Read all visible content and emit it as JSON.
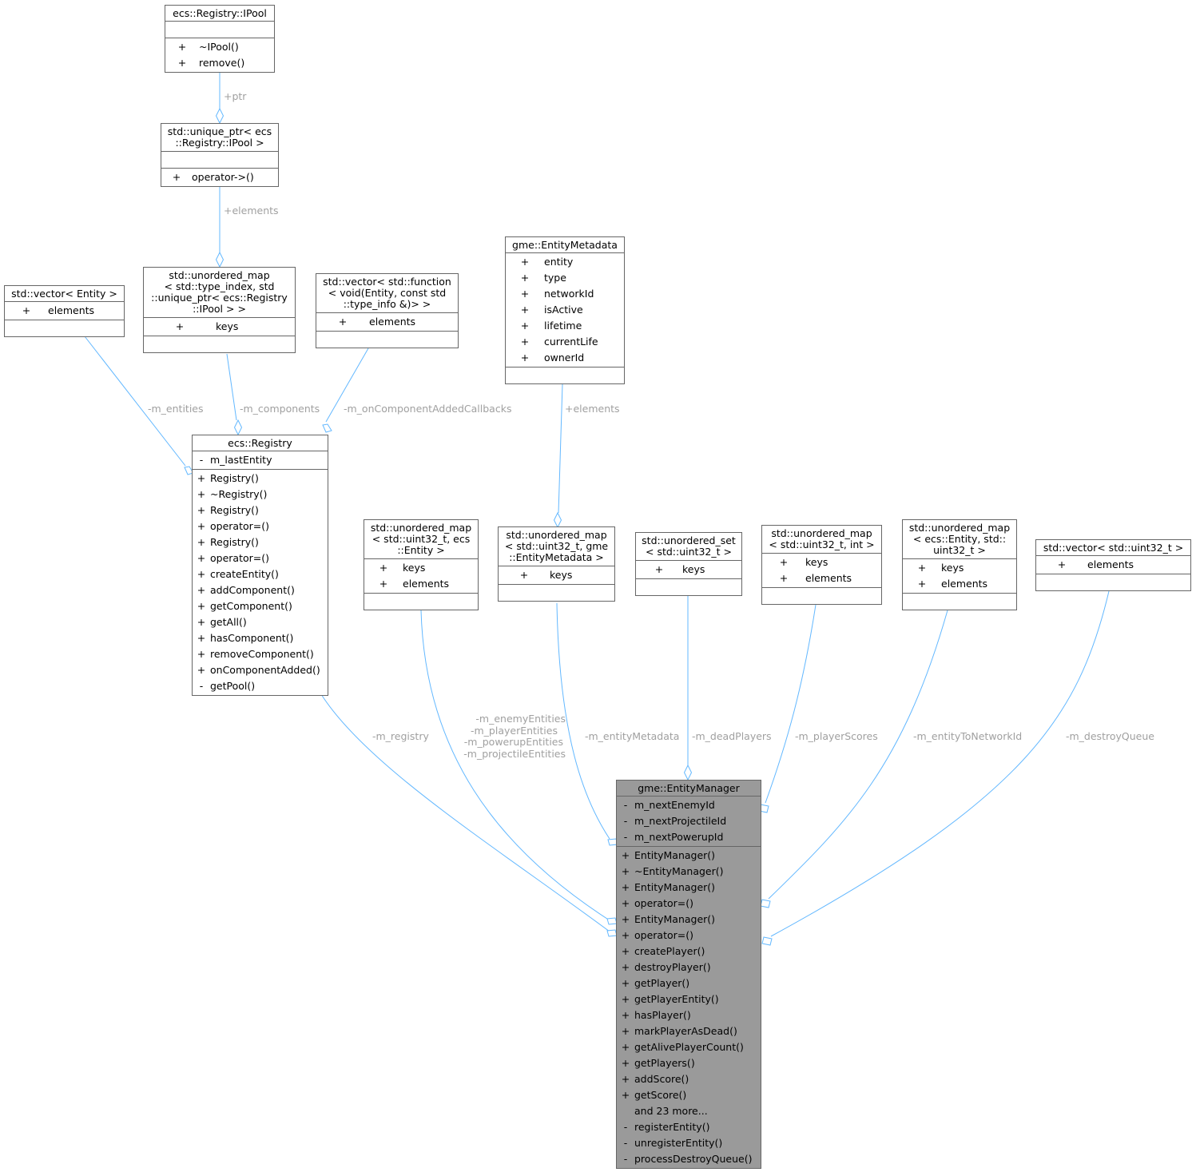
{
  "nodes": [
    {
      "id": "ipool",
      "title": [
        "ecs::Registry::IPool"
      ],
      "attrs": [],
      "methods": [
        {
          "vis": "+",
          "name": "~IPool()"
        },
        {
          "vis": "+",
          "name": "remove()"
        }
      ]
    },
    {
      "id": "unique_ptr",
      "title": [
        "std::unique_ptr< ecs",
        "::Registry::IPool >"
      ],
      "attrs": [],
      "methods": [
        {
          "vis": "+",
          "name": "operator->()"
        }
      ]
    },
    {
      "id": "umap_type",
      "title": [
        "std::unordered_map",
        "< std::type_index, std",
        "::unique_ptr< ecs::Registry",
        "::IPool > >"
      ],
      "attrs": [
        {
          "vis": "+",
          "name": "keys"
        }
      ],
      "methods": []
    },
    {
      "id": "vec_entity",
      "title": [
        "std::vector< Entity >"
      ],
      "attrs": [
        {
          "vis": "+",
          "name": "elements"
        }
      ],
      "methods": []
    },
    {
      "id": "vec_func",
      "title": [
        "std::vector< std::function",
        "< void(Entity, const std",
        "::type_info &)> >"
      ],
      "attrs": [
        {
          "vis": "+",
          "name": "elements"
        }
      ],
      "methods": []
    },
    {
      "id": "metadata",
      "title": [
        "gme::EntityMetadata"
      ],
      "attrs": [
        {
          "vis": "+",
          "name": "entity"
        },
        {
          "vis": "+",
          "name": "type"
        },
        {
          "vis": "+",
          "name": "networkId"
        },
        {
          "vis": "+",
          "name": "isActive"
        },
        {
          "vis": "+",
          "name": "lifetime"
        },
        {
          "vis": "+",
          "name": "currentLife"
        },
        {
          "vis": "+",
          "name": "ownerId"
        }
      ],
      "methods": []
    },
    {
      "id": "registry",
      "title": [
        "ecs::Registry"
      ],
      "attrs": [
        {
          "vis": "-",
          "name": "m_lastEntity"
        }
      ],
      "methods": [
        {
          "vis": "+",
          "name": "Registry()"
        },
        {
          "vis": "+",
          "name": "~Registry()"
        },
        {
          "vis": "+",
          "name": "Registry()"
        },
        {
          "vis": "+",
          "name": "operator=()"
        },
        {
          "vis": "+",
          "name": "Registry()"
        },
        {
          "vis": "+",
          "name": "operator=()"
        },
        {
          "vis": "+",
          "name": "createEntity()"
        },
        {
          "vis": "+",
          "name": "addComponent()"
        },
        {
          "vis": "+",
          "name": "getComponent()"
        },
        {
          "vis": "+",
          "name": "getAll()"
        },
        {
          "vis": "+",
          "name": "hasComponent()"
        },
        {
          "vis": "+",
          "name": "removeComponent()"
        },
        {
          "vis": "+",
          "name": "onComponentAdded()"
        },
        {
          "vis": "-",
          "name": "getPool()"
        }
      ]
    },
    {
      "id": "umap_uint_entity",
      "title": [
        "std::unordered_map",
        "< std::uint32_t, ecs",
        "::Entity >"
      ],
      "attrs": [
        {
          "vis": "+",
          "name": "keys"
        },
        {
          "vis": "+",
          "name": "elements"
        }
      ],
      "methods": []
    },
    {
      "id": "umap_uint_meta",
      "title": [
        "std::unordered_map",
        "< std::uint32_t, gme",
        "::EntityMetadata >"
      ],
      "attrs": [
        {
          "vis": "+",
          "name": "keys"
        }
      ],
      "methods": []
    },
    {
      "id": "uset",
      "title": [
        "std::unordered_set",
        "< std::uint32_t >"
      ],
      "attrs": [
        {
          "vis": "+",
          "name": "keys"
        }
      ],
      "methods": []
    },
    {
      "id": "umap_uint_int",
      "title": [
        "std::unordered_map",
        "< std::uint32_t, int >"
      ],
      "attrs": [
        {
          "vis": "+",
          "name": "keys"
        },
        {
          "vis": "+",
          "name": "elements"
        }
      ],
      "methods": []
    },
    {
      "id": "umap_entity_uint",
      "title": [
        "std::unordered_map",
        "< ecs::Entity, std::",
        "uint32_t >"
      ],
      "attrs": [
        {
          "vis": "+",
          "name": "keys"
        },
        {
          "vis": "+",
          "name": "elements"
        }
      ],
      "methods": []
    },
    {
      "id": "vec_uint",
      "title": [
        "std::vector< std::uint32_t >"
      ],
      "attrs": [
        {
          "vis": "+",
          "name": "elements"
        }
      ],
      "methods": []
    },
    {
      "id": "manager",
      "title": [
        "gme::EntityManager"
      ],
      "focus": true,
      "attrs": [
        {
          "vis": "-",
          "name": "m_nextEnemyId"
        },
        {
          "vis": "-",
          "name": "m_nextProjectileId"
        },
        {
          "vis": "-",
          "name": "m_nextPowerupId"
        }
      ],
      "methods": [
        {
          "vis": "+",
          "name": "EntityManager()"
        },
        {
          "vis": "+",
          "name": "~EntityManager()"
        },
        {
          "vis": "+",
          "name": "EntityManager()"
        },
        {
          "vis": "+",
          "name": "operator=()"
        },
        {
          "vis": "+",
          "name": "EntityManager()"
        },
        {
          "vis": "+",
          "name": "operator=()"
        },
        {
          "vis": "+",
          "name": "createPlayer()"
        },
        {
          "vis": "+",
          "name": "destroyPlayer()"
        },
        {
          "vis": "+",
          "name": "getPlayer()"
        },
        {
          "vis": "+",
          "name": "getPlayerEntity()"
        },
        {
          "vis": "+",
          "name": "hasPlayer()"
        },
        {
          "vis": "+",
          "name": "markPlayerAsDead()"
        },
        {
          "vis": "+",
          "name": "getAlivePlayerCount()"
        },
        {
          "vis": "+",
          "name": "getPlayers()"
        },
        {
          "vis": "+",
          "name": "addScore()"
        },
        {
          "vis": "+",
          "name": "getScore()"
        },
        {
          "vis": "",
          "name": "and 23 more..."
        },
        {
          "vis": "-",
          "name": "registerEntity()"
        },
        {
          "vis": "-",
          "name": "unregisterEntity()"
        },
        {
          "vis": "-",
          "name": "processDestroyQueue()"
        }
      ]
    }
  ],
  "edges": [
    {
      "from": "ipool",
      "to": "unique_ptr",
      "label": [
        "+ptr"
      ]
    },
    {
      "from": "unique_ptr",
      "to": "umap_type",
      "label": [
        "+elements"
      ]
    },
    {
      "from": "vec_entity",
      "to": "registry",
      "label": [
        "-m_entities"
      ]
    },
    {
      "from": "umap_type",
      "to": "registry",
      "label": [
        "-m_components"
      ]
    },
    {
      "from": "vec_func",
      "to": "registry",
      "label": [
        "-m_onComponentAddedCallbacks"
      ]
    },
    {
      "from": "metadata",
      "to": "umap_uint_meta",
      "label": [
        "+elements"
      ]
    },
    {
      "from": "registry",
      "to": "manager",
      "label": [
        "-m_registry"
      ]
    },
    {
      "from": "umap_uint_entity",
      "to": "manager",
      "label": [
        "-m_enemyEntities",
        "-m_playerEntities",
        "-m_powerupEntities",
        "-m_projectileEntities"
      ]
    },
    {
      "from": "umap_uint_meta",
      "to": "manager",
      "label": [
        "-m_entityMetadata"
      ]
    },
    {
      "from": "uset",
      "to": "manager",
      "label": [
        "-m_deadPlayers"
      ]
    },
    {
      "from": "umap_uint_int",
      "to": "manager",
      "label": [
        "-m_playerScores"
      ]
    },
    {
      "from": "umap_entity_uint",
      "to": "manager",
      "label": [
        "-m_entityToNetworkId"
      ]
    },
    {
      "from": "vec_uint",
      "to": "manager",
      "label": [
        "-m_destroyQueue"
      ]
    }
  ]
}
